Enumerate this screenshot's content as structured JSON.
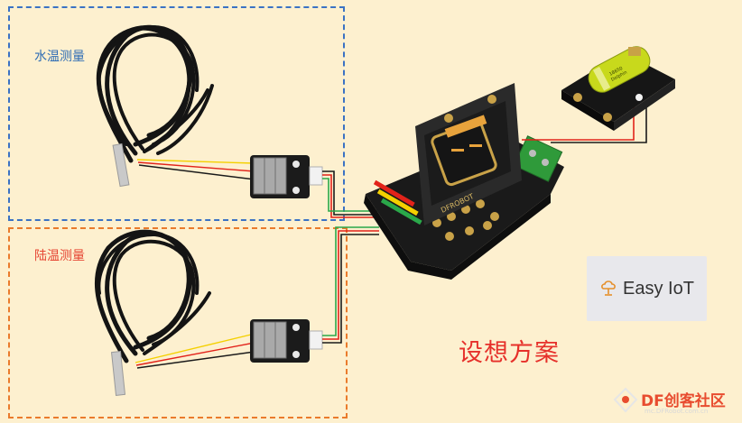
{
  "labels": {
    "water": "水温测量",
    "land": "陆温测量",
    "plan": "设想方案"
  },
  "easy_iot": {
    "text": "Easy IoT"
  },
  "watermark": {
    "brand": "DF创客社区",
    "sub": "mc.DFRobot.com.cn"
  },
  "board_text": {
    "brand": "DFROBOT"
  },
  "battery_text": {
    "line1": "18650",
    "line2": "Dolphin"
  },
  "colors": {
    "water_box": "#3b72c4",
    "land_box": "#ea7b2c",
    "label_water": "#2f6db5",
    "label_land": "#e64533",
    "plan_text": "#e6302a",
    "wire_red": "#e2231a",
    "wire_yellow": "#f4d000",
    "wire_green": "#2aa84a",
    "wire_black": "#1a1a1a",
    "watermark_red": "#e84c2f"
  },
  "icons": [
    "easy-iot-cloud-icon",
    "df-watermark-icon"
  ]
}
